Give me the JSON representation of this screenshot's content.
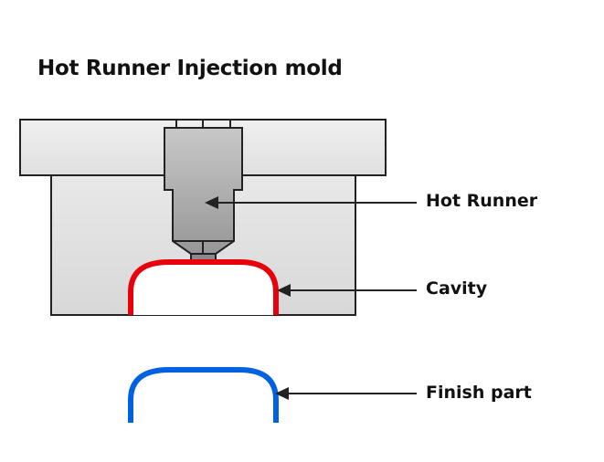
{
  "title": "Hot Runner Injection mold",
  "labels": {
    "hot_runner": "Hot Runner",
    "cavity": "Cavity",
    "finish_part": "Finish part"
  },
  "colors": {
    "cavity": "#e8000b",
    "finish_part": "#0062e0",
    "mold": "#e2e2e2",
    "outline": "#222222"
  }
}
